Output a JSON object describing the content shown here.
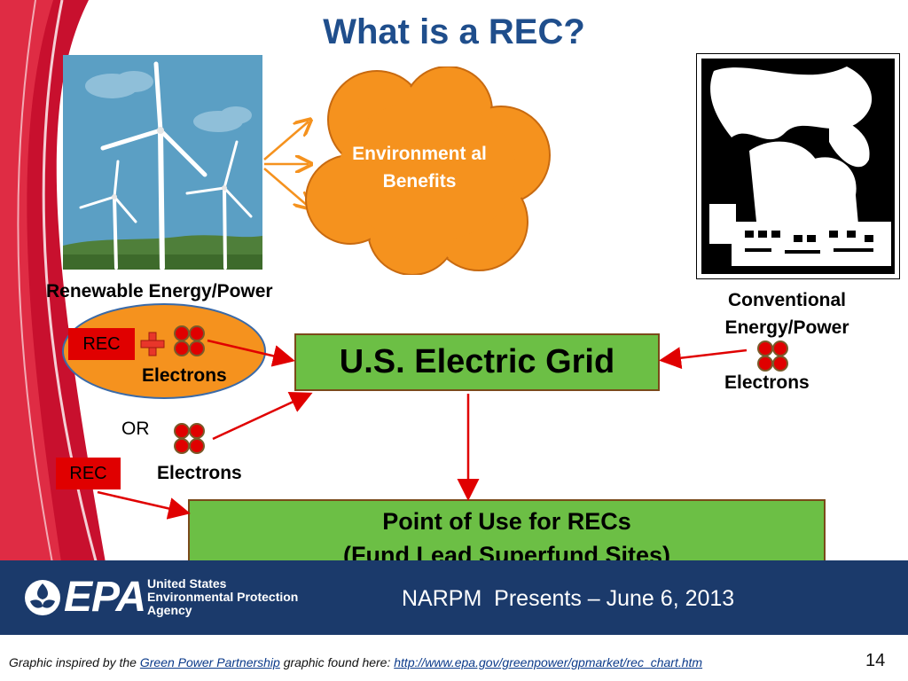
{
  "title": "What is a REC?",
  "renewable_label": "Renewable Energy/Power",
  "benefits_text": "Environment al Benefits",
  "conventional_label": "Conventional Energy/Power",
  "grid_label": "U.S. Electric Grid",
  "rec_label_1": "REC",
  "rec_label_2": "REC",
  "electrons_1": "Electrons",
  "electrons_2": "Electrons",
  "electrons_3": "Electrons",
  "or_label": "OR",
  "point_of_use_line1": "Point of Use for RECs",
  "point_of_use_line2": "(Fund Lead Superfund Sites)",
  "agency": {
    "abbr": "EPA",
    "line1": "United States",
    "line2": "Environmental Protection",
    "line3": "Agency"
  },
  "presenter": "NARPM  Presents – June 6, 2013",
  "footer": {
    "prefix": "Graphic inspired by the ",
    "link1": "Green Power Partnership",
    "middle": " graphic found here: ",
    "link2": "http://www.epa.gov/greenpower/gpmarket/rec_chart.htm"
  },
  "page_number": "14",
  "colors": {
    "title_blue": "#1f4e8c",
    "rec_red": "#e00000",
    "grid_green": "#6cbf45",
    "cloud_orange": "#f5921e",
    "epa_navy": "#1b3a6b",
    "arrow_red": "#e00000"
  }
}
